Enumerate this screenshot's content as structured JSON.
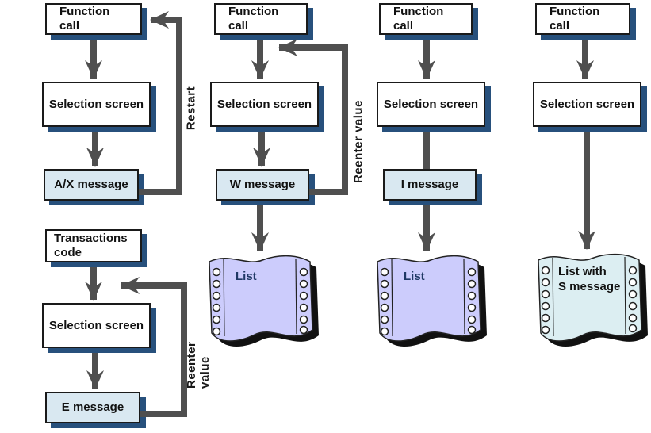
{
  "diagram_title": "Message types flow diagram",
  "colors": {
    "arrow": "#4f4f4f",
    "box_border": "#1a1a1a",
    "box_shadow": "#27507c",
    "message_fill": "#d9e8f1",
    "paper_fill_purple": "#ccccfc",
    "paper_fill_cyan": "#dceef2",
    "paper_shadow": "#111111",
    "list_text": "#1f3864"
  },
  "col1": {
    "function_call": {
      "line1": "Function",
      "line2": "call"
    },
    "selection_screen": "Selection screen",
    "ax_message": "A/X message",
    "restart_label": "Restart",
    "transactions_code": {
      "line1": "Transactions",
      "line2": "code"
    },
    "selection_screen2": "Selection screen",
    "e_message": "E message",
    "reenter_label": {
      "line1": "Reenter",
      "line2": "value"
    }
  },
  "col2": {
    "function_call": {
      "line1": "Function",
      "line2": "call"
    },
    "selection_screen": "Selection screen",
    "w_message": "W message",
    "reenter_label": "Reenter value",
    "list_label": "List"
  },
  "col3": {
    "function_call": {
      "line1": "Function",
      "line2": "call"
    },
    "selection_screen": "Selection screen",
    "i_message": "I message",
    "list_label": "List"
  },
  "col4": {
    "function_call": {
      "line1": "Function",
      "line2": "call"
    },
    "selection_screen": "Selection screen",
    "list_label": {
      "line1": "List with",
      "line2": "S message"
    }
  }
}
